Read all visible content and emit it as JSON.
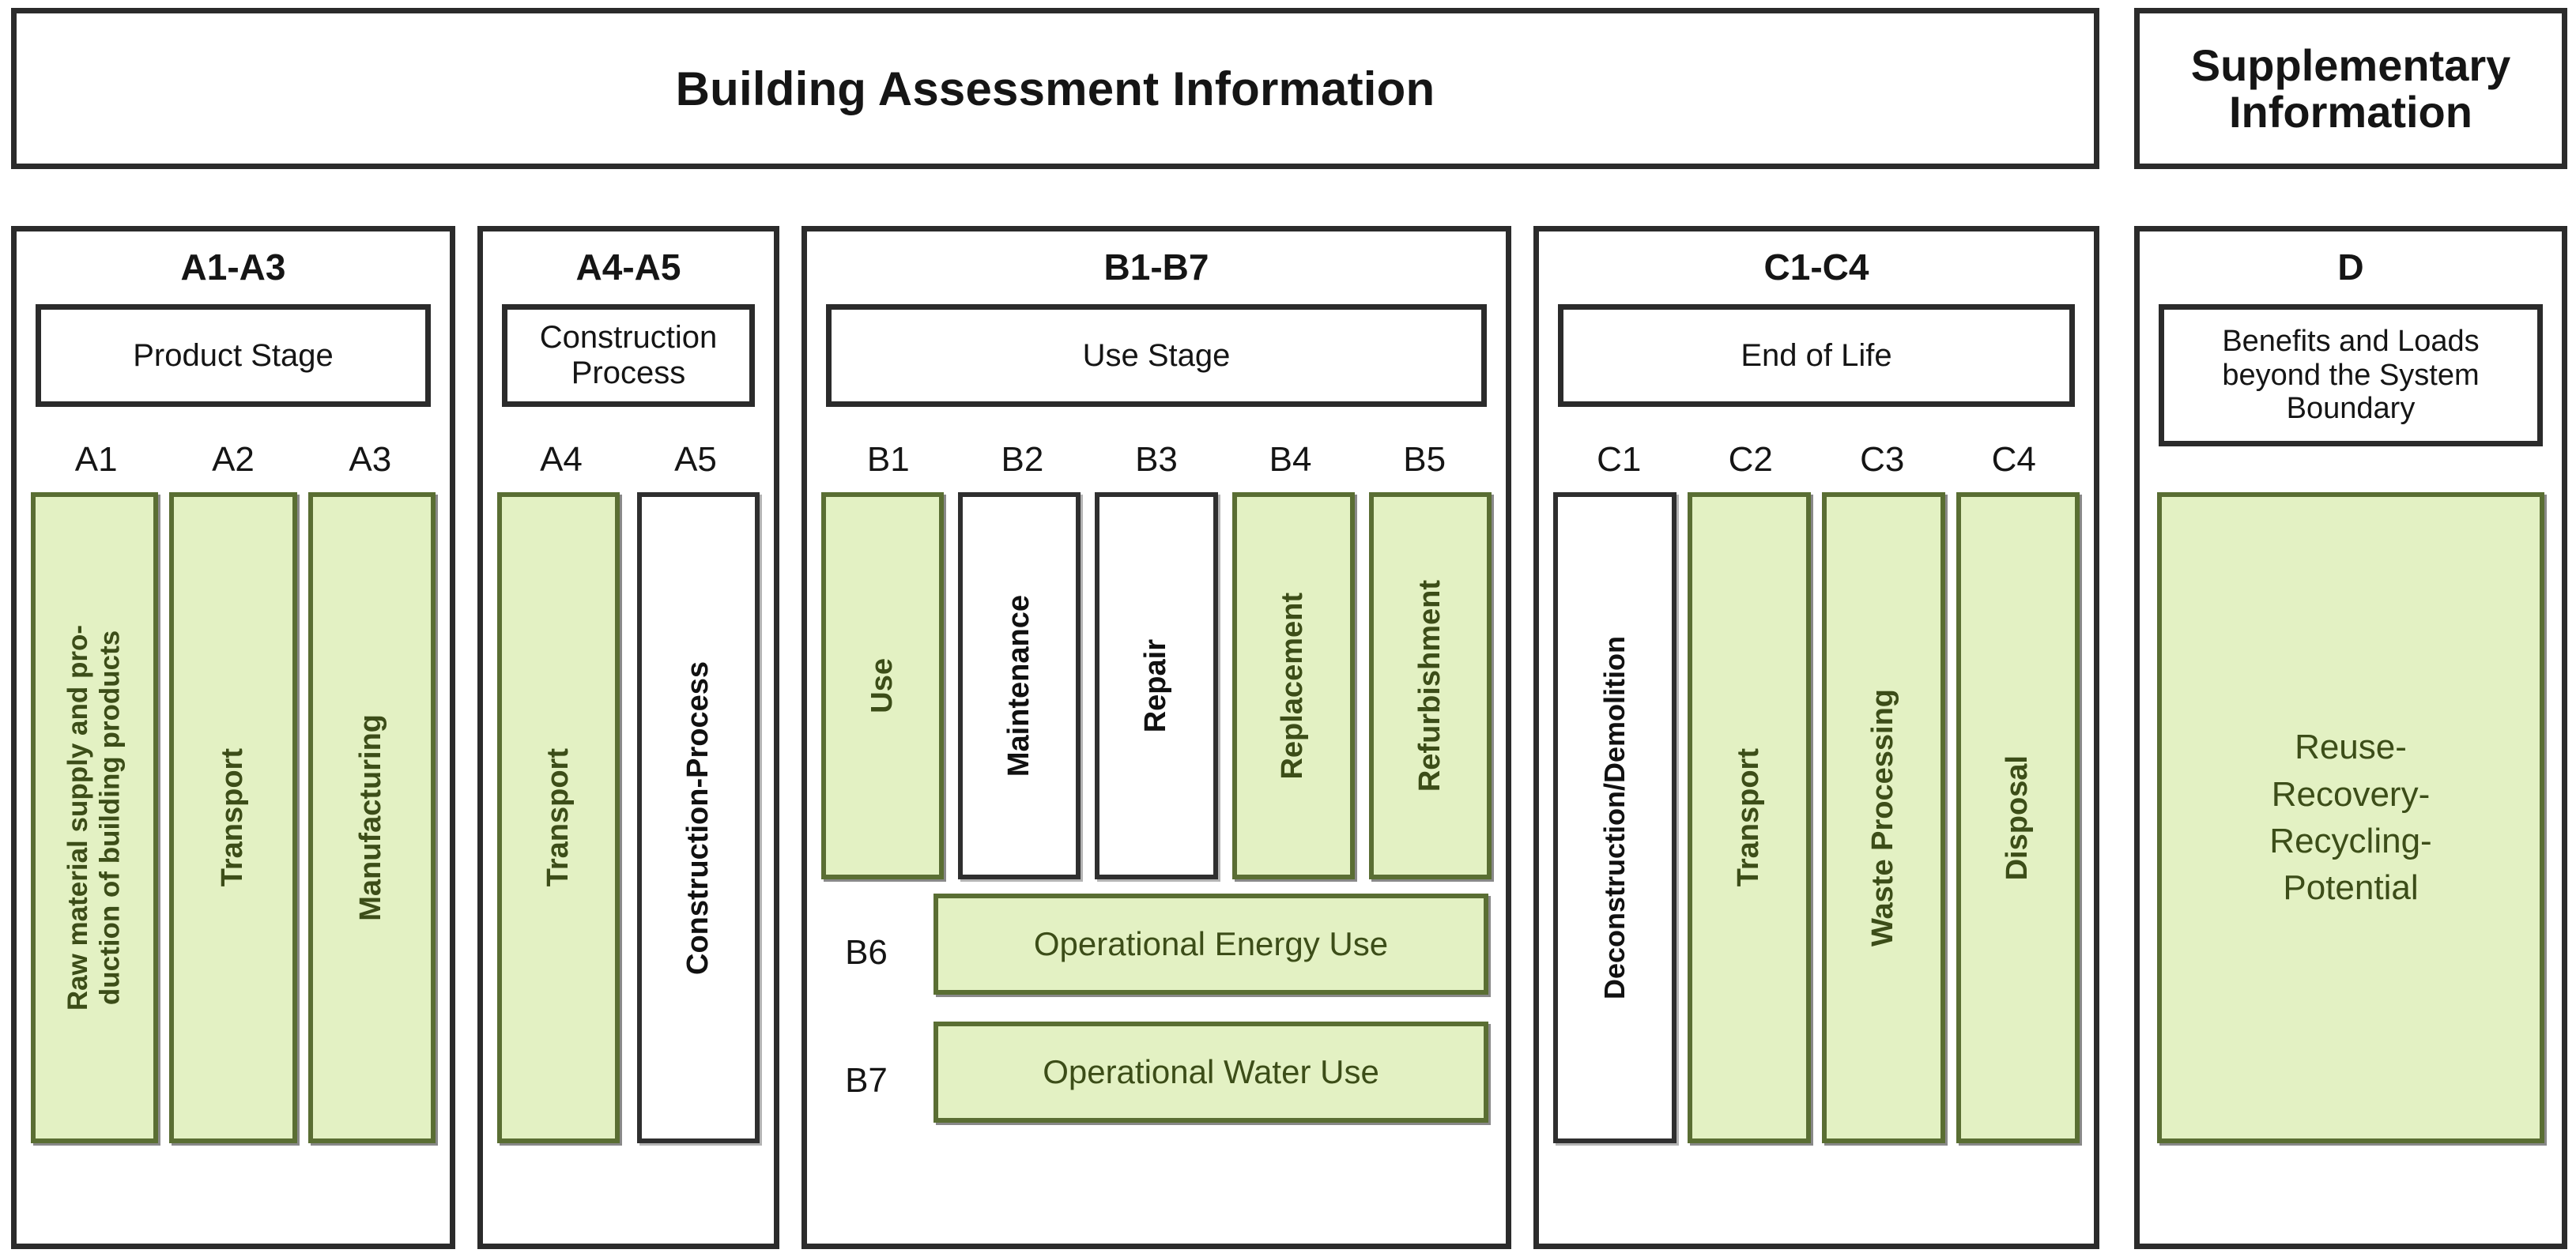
{
  "banner": {
    "building_assessment": "Building Assessment Information",
    "supplementary_line1": "Supplementary",
    "supplementary_line2": "Information"
  },
  "colors": {
    "green_fill": "#E3F1C3",
    "green_border": "#5A6E33",
    "green_text": "#3C4D18",
    "frame_border": "#2B2B2B",
    "text": "#151515"
  },
  "sections": [
    {
      "code": "A1-A3",
      "stage_line1": "Product Stage",
      "stage_line2": "",
      "modules": [
        {
          "label": "A1",
          "title": "Raw material supply and pro-­duction of building products",
          "title_line1": "Raw material supply and pro-",
          "title_line2": "duction of building products",
          "filled": true
        },
        {
          "label": "A2",
          "title": "Transport",
          "filled": true
        },
        {
          "label": "A3",
          "title": "Manufacturing",
          "filled": true
        }
      ]
    },
    {
      "code": "A4-A5",
      "stage_line1": "Construction",
      "stage_line2": "Process",
      "modules": [
        {
          "label": "A4",
          "title": "Transport",
          "filled": true
        },
        {
          "label": "A5",
          "title": "Construction-Process",
          "filled": false
        }
      ]
    },
    {
      "code": "B1-B7",
      "stage_line1": "Use Stage",
      "stage_line2": "",
      "modules": [
        {
          "label": "B1",
          "title": "Use",
          "filled": true
        },
        {
          "label": "B2",
          "title": "Maintenance",
          "filled": false
        },
        {
          "label": "B3",
          "title": "Repair",
          "filled": false
        },
        {
          "label": "B4",
          "title": "Replacement",
          "filled": true
        },
        {
          "label": "B5",
          "title": "Refurbishment",
          "filled": true
        }
      ],
      "wide_modules": [
        {
          "label": "B6",
          "title": "Operational Energy Use",
          "filled": true
        },
        {
          "label": "B7",
          "title": "Operational Water Use",
          "filled": true
        }
      ]
    },
    {
      "code": "C1-C4",
      "stage_line1": "End of Life",
      "stage_line2": "",
      "modules": [
        {
          "label": "C1",
          "title": "Deconstruction/Demolition",
          "filled": false
        },
        {
          "label": "C2",
          "title": "Transport",
          "filled": true
        },
        {
          "label": "C3",
          "title": "Waste Processing",
          "filled": true
        },
        {
          "label": "C4",
          "title": "Disposal",
          "filled": true
        }
      ]
    },
    {
      "code": "D",
      "stage_line1": "Benefits and Loads",
      "stage_line2": "beyond the System",
      "stage_line3": "Boundary",
      "block": {
        "line1": "Reuse-",
        "line2": "Recovery-",
        "line3": "Recycling-",
        "line4": "Potential",
        "filled": true
      }
    }
  ]
}
